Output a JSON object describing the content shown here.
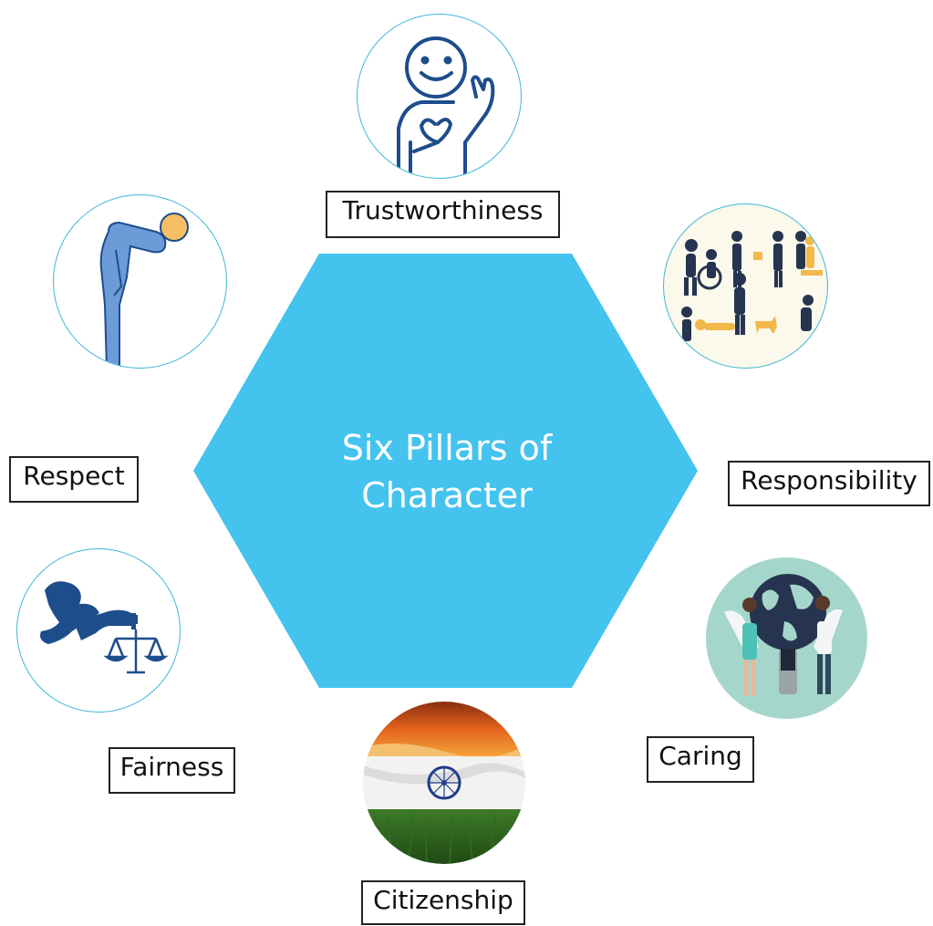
{
  "diagram": {
    "center": {
      "line1": "Six Pillars of",
      "line2": "Character",
      "color": "#44C3EE"
    },
    "pillars": [
      {
        "key": "trustworthiness",
        "label": "Trustworthiness",
        "icon": "smiling-person-hand-on-heart-icon"
      },
      {
        "key": "responsibility",
        "label": "Responsibility",
        "icon": "people-helping-others-icon"
      },
      {
        "key": "caring",
        "label": "Caring",
        "icon": "people-holding-globe-icon"
      },
      {
        "key": "citizenship",
        "label": "Citizenship",
        "icon": "indian-flag-icon"
      },
      {
        "key": "fairness",
        "label": "Fairness",
        "icon": "justice-scales-icon"
      },
      {
        "key": "respect",
        "label": "Respect",
        "icon": "bowing-person-icon"
      }
    ],
    "colors": {
      "circle_border": "#3FB8D6",
      "label_border": "#222222",
      "icon_navy": "#1E4D8C",
      "icon_blue": "#6D9BD8"
    }
  }
}
